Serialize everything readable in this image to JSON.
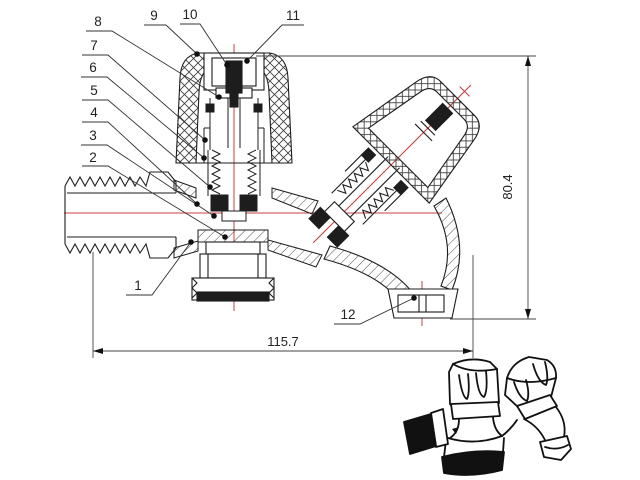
{
  "colors": {
    "line": "#1d1d1d",
    "centerline": "#c94040",
    "background": "#ffffff"
  },
  "drawing": {
    "part_labels": [
      "1",
      "2",
      "3",
      "4",
      "5",
      "6",
      "7",
      "8",
      "9",
      "10",
      "11",
      "12"
    ],
    "dimensions": {
      "width": "115.7",
      "height": "80.4"
    }
  }
}
